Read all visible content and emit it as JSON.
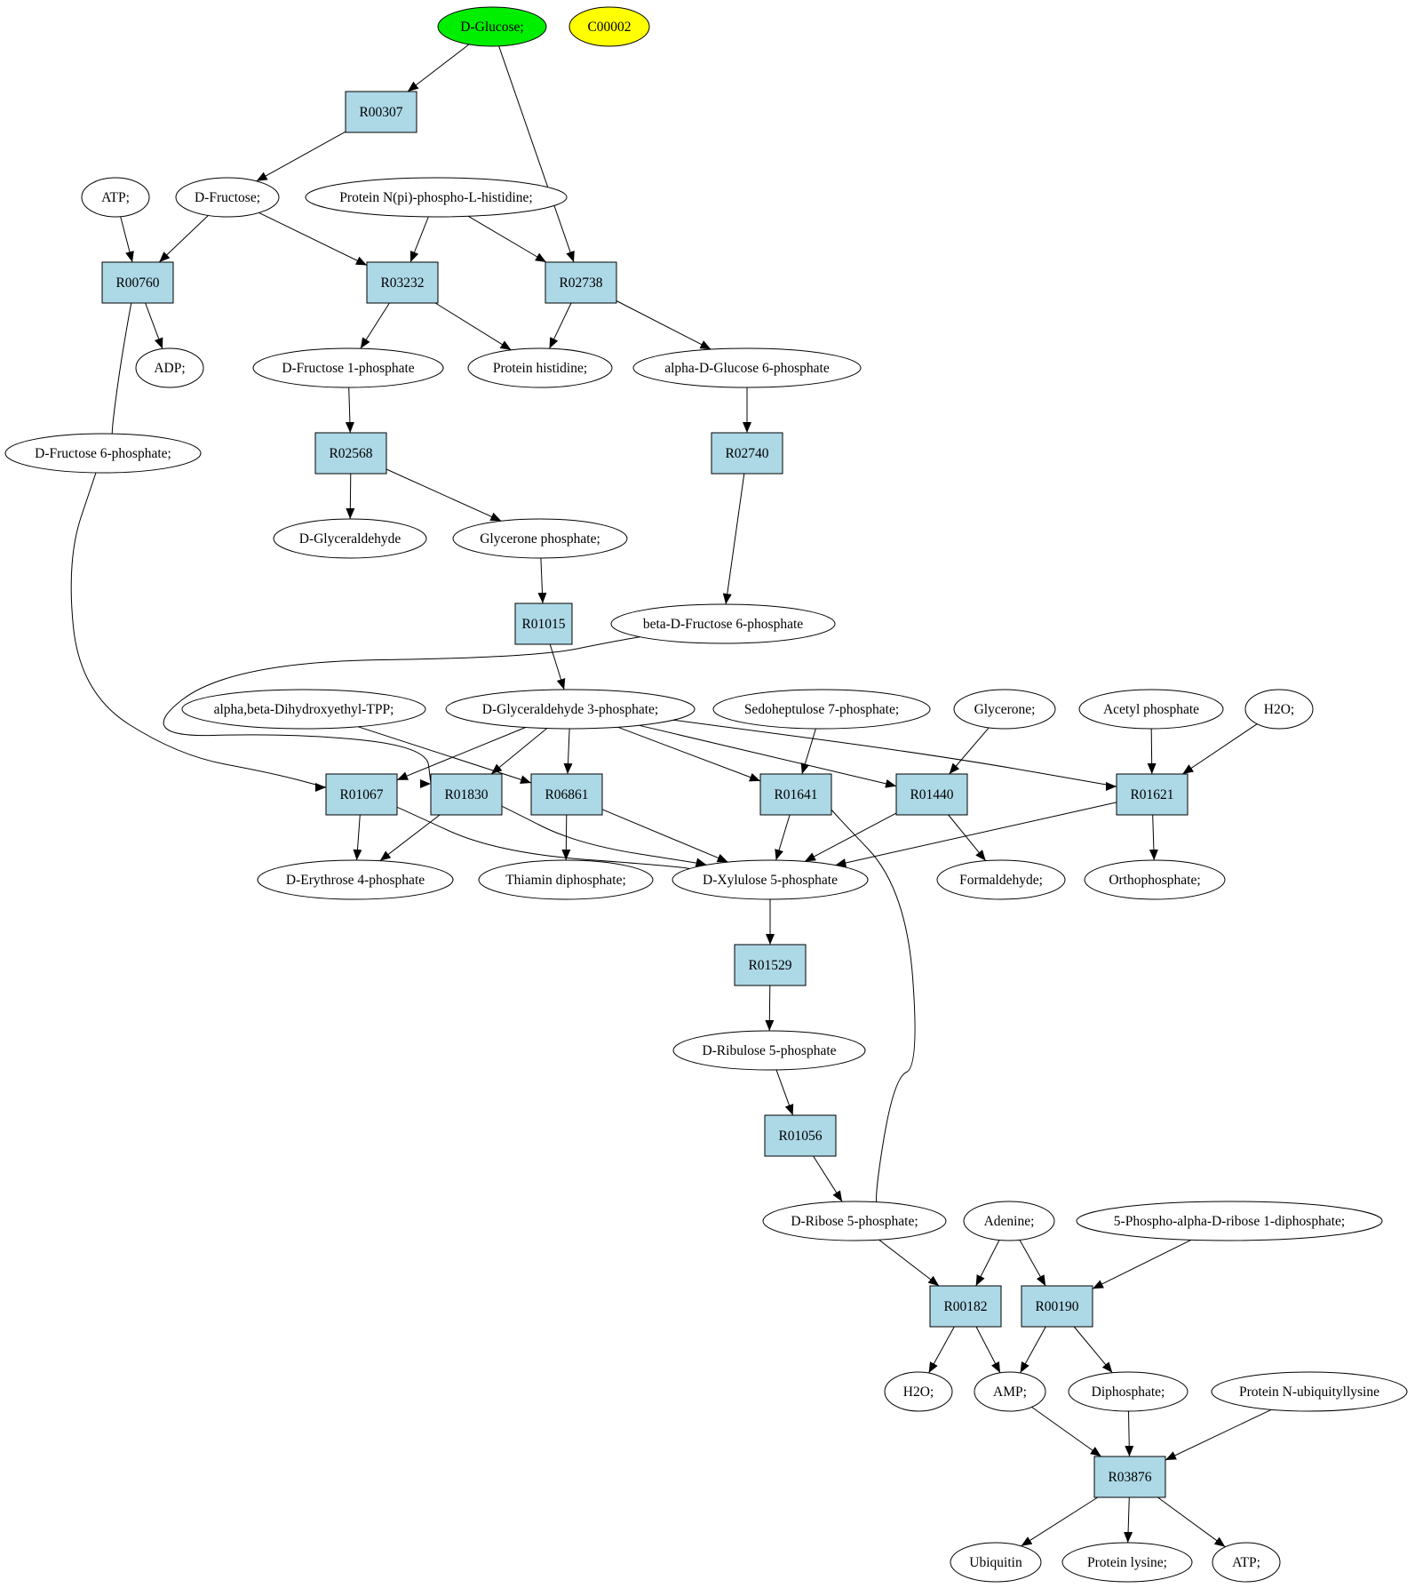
{
  "colors": {
    "reaction_fill": "#add8e6",
    "compound_fill": "#ffffff",
    "highlight_green": "#00ee00",
    "highlight_yellow": "#ffff00",
    "stroke": "#000000"
  },
  "nodes": [
    {
      "id": "dglucose",
      "label": "D-Glucose;",
      "shape": "ellipse",
      "fill": "highlight_green"
    },
    {
      "id": "c00002",
      "label": "C00002",
      "shape": "ellipse",
      "fill": "highlight_yellow"
    },
    {
      "id": "r00307",
      "label": "R00307",
      "shape": "box"
    },
    {
      "id": "atp1",
      "label": "ATP;",
      "shape": "ellipse"
    },
    {
      "id": "dfructose",
      "label": "D-Fructose;",
      "shape": "ellipse"
    },
    {
      "id": "protnpi",
      "label": "Protein N(pi)-phospho-L-histidine;",
      "shape": "ellipse"
    },
    {
      "id": "r00760",
      "label": "R00760",
      "shape": "box"
    },
    {
      "id": "r03232",
      "label": "R03232",
      "shape": "box"
    },
    {
      "id": "r02738",
      "label": "R02738",
      "shape": "box"
    },
    {
      "id": "adp",
      "label": "ADP;",
      "shape": "ellipse"
    },
    {
      "id": "dfru1p",
      "label": "D-Fructose 1-phosphate",
      "shape": "ellipse"
    },
    {
      "id": "prothis",
      "label": "Protein histidine;",
      "shape": "ellipse"
    },
    {
      "id": "adg6p",
      "label": "alpha-D-Glucose 6-phosphate",
      "shape": "ellipse"
    },
    {
      "id": "dfru6p",
      "label": "D-Fructose 6-phosphate;",
      "shape": "ellipse"
    },
    {
      "id": "r02568",
      "label": "R02568",
      "shape": "box"
    },
    {
      "id": "r02740",
      "label": "R02740",
      "shape": "box"
    },
    {
      "id": "dglyald",
      "label": "D-Glyceraldehyde",
      "shape": "ellipse"
    },
    {
      "id": "glyp",
      "label": "Glycerone phosphate;",
      "shape": "ellipse"
    },
    {
      "id": "r01015",
      "label": "R01015",
      "shape": "box"
    },
    {
      "id": "bdf6p",
      "label": "beta-D-Fructose 6-phosphate",
      "shape": "ellipse"
    },
    {
      "id": "abdtpp",
      "label": "alpha,beta-Dihydroxyethyl-TPP;",
      "shape": "ellipse"
    },
    {
      "id": "dg3p",
      "label": "D-Glyceraldehyde 3-phosphate;",
      "shape": "ellipse"
    },
    {
      "id": "s7p",
      "label": "Sedoheptulose 7-phosphate;",
      "shape": "ellipse"
    },
    {
      "id": "glycerone",
      "label": "Glycerone;",
      "shape": "ellipse"
    },
    {
      "id": "acetylp",
      "label": "Acetyl phosphate",
      "shape": "ellipse"
    },
    {
      "id": "h2o1",
      "label": "H2O;",
      "shape": "ellipse"
    },
    {
      "id": "r01067",
      "label": "R01067",
      "shape": "box"
    },
    {
      "id": "r01830",
      "label": "R01830",
      "shape": "box"
    },
    {
      "id": "r06861",
      "label": "R06861",
      "shape": "box"
    },
    {
      "id": "r01641",
      "label": "R01641",
      "shape": "box"
    },
    {
      "id": "r01440",
      "label": "R01440",
      "shape": "box"
    },
    {
      "id": "r01621",
      "label": "R01621",
      "shape": "box"
    },
    {
      "id": "de4p",
      "label": "D-Erythrose 4-phosphate",
      "shape": "ellipse"
    },
    {
      "id": "thiamin",
      "label": "Thiamin diphosphate;",
      "shape": "ellipse"
    },
    {
      "id": "dx5p",
      "label": "D-Xylulose 5-phosphate",
      "shape": "ellipse"
    },
    {
      "id": "formald",
      "label": "Formaldehyde;",
      "shape": "ellipse"
    },
    {
      "id": "orthop",
      "label": "Orthophosphate;",
      "shape": "ellipse"
    },
    {
      "id": "r01529",
      "label": "R01529",
      "shape": "box"
    },
    {
      "id": "dru5p",
      "label": "D-Ribulose 5-phosphate",
      "shape": "ellipse"
    },
    {
      "id": "r01056",
      "label": "R01056",
      "shape": "box"
    },
    {
      "id": "dr5p",
      "label": "D-Ribose 5-phosphate;",
      "shape": "ellipse"
    },
    {
      "id": "adenine",
      "label": "Adenine;",
      "shape": "ellipse"
    },
    {
      "id": "prpp",
      "label": "5-Phospho-alpha-D-ribose 1-diphosphate;",
      "shape": "ellipse"
    },
    {
      "id": "r00182",
      "label": "R00182",
      "shape": "box"
    },
    {
      "id": "r00190",
      "label": "R00190",
      "shape": "box"
    },
    {
      "id": "h2o2",
      "label": "H2O;",
      "shape": "ellipse"
    },
    {
      "id": "amp",
      "label": "AMP;",
      "shape": "ellipse"
    },
    {
      "id": "diphos",
      "label": "Diphosphate;",
      "shape": "ellipse"
    },
    {
      "id": "protubq",
      "label": "Protein N-ubiquityllysine",
      "shape": "ellipse"
    },
    {
      "id": "r03876",
      "label": "R03876",
      "shape": "box"
    },
    {
      "id": "ubiquitin",
      "label": "Ubiquitin",
      "shape": "ellipse"
    },
    {
      "id": "protlys",
      "label": "Protein lysine;",
      "shape": "ellipse"
    },
    {
      "id": "atp2",
      "label": "ATP;",
      "shape": "ellipse"
    }
  ],
  "edges": [
    {
      "from": "dglucose",
      "to": "r00307",
      "arrow": true
    },
    {
      "from": "dglucose",
      "to": "r02738",
      "arrow": true
    },
    {
      "from": "r00307",
      "to": "dfructose",
      "arrow": true
    },
    {
      "from": "atp1",
      "to": "r00760",
      "arrow": true
    },
    {
      "from": "dfructose",
      "to": "r00760",
      "arrow": true
    },
    {
      "from": "dfructose",
      "to": "r03232",
      "arrow": true
    },
    {
      "from": "protnpi",
      "to": "r03232",
      "arrow": true
    },
    {
      "from": "protnpi",
      "to": "r02738",
      "arrow": true
    },
    {
      "from": "r00760",
      "to": "adp",
      "arrow": true
    },
    {
      "from": "r00760",
      "to": "dfru6p",
      "arrow": true
    },
    {
      "from": "r03232",
      "to": "dfru1p",
      "arrow": true
    },
    {
      "from": "r03232",
      "to": "prothis",
      "arrow": true
    },
    {
      "from": "r02738",
      "to": "prothis",
      "arrow": true
    },
    {
      "from": "r02738",
      "to": "adg6p",
      "arrow": true
    },
    {
      "from": "dfru1p",
      "to": "r02568",
      "arrow": true
    },
    {
      "from": "adg6p",
      "to": "r02740",
      "arrow": true
    },
    {
      "from": "r02568",
      "to": "dglyald",
      "arrow": true
    },
    {
      "from": "r02568",
      "to": "glyp",
      "arrow": true
    },
    {
      "from": "r02740",
      "to": "bdf6p",
      "arrow": true
    },
    {
      "from": "glyp",
      "to": "r01015",
      "arrow": true
    },
    {
      "from": "r01015",
      "to": "dg3p",
      "arrow": true
    },
    {
      "from": "dfru6p",
      "to": "r01067",
      "arrow": true
    },
    {
      "from": "bdf6p",
      "to": "r01830",
      "arrow": true
    },
    {
      "from": "dg3p",
      "to": "r01067",
      "arrow": true
    },
    {
      "from": "dg3p",
      "to": "r01830",
      "arrow": true
    },
    {
      "from": "dg3p",
      "to": "r06861",
      "arrow": true
    },
    {
      "from": "dg3p",
      "to": "r01641",
      "arrow": true
    },
    {
      "from": "dg3p",
      "to": "r01440",
      "arrow": true
    },
    {
      "from": "dg3p",
      "to": "r01621",
      "arrow": true
    },
    {
      "from": "abdtpp",
      "to": "r06861",
      "arrow": true
    },
    {
      "from": "s7p",
      "to": "r01641",
      "arrow": true
    },
    {
      "from": "glycerone",
      "to": "r01440",
      "arrow": true
    },
    {
      "from": "acetylp",
      "to": "r01621",
      "arrow": true
    },
    {
      "from": "h2o1",
      "to": "r01621",
      "arrow": true
    },
    {
      "from": "r01067",
      "to": "de4p",
      "arrow": true
    },
    {
      "from": "r01830",
      "to": "de4p",
      "arrow": true
    },
    {
      "from": "r01067",
      "to": "dx5p",
      "arrow": true
    },
    {
      "from": "r01830",
      "to": "dx5p",
      "arrow": true
    },
    {
      "from": "r06861",
      "to": "thiamin",
      "arrow": true
    },
    {
      "from": "r06861",
      "to": "dx5p",
      "arrow": true
    },
    {
      "from": "r01641",
      "to": "dx5p",
      "arrow": true
    },
    {
      "from": "r01440",
      "to": "dx5p",
      "arrow": true
    },
    {
      "from": "r01621",
      "to": "dx5p",
      "arrow": true
    },
    {
      "from": "r01440",
      "to": "formald",
      "arrow": true
    },
    {
      "from": "r01621",
      "to": "orthop",
      "arrow": true
    },
    {
      "from": "r01641",
      "to": "dr5p",
      "arrow": true
    },
    {
      "from": "dx5p",
      "to": "r01529",
      "arrow": true
    },
    {
      "from": "r01529",
      "to": "dru5p",
      "arrow": true
    },
    {
      "from": "dru5p",
      "to": "r01056",
      "arrow": true
    },
    {
      "from": "r01056",
      "to": "dr5p",
      "arrow": true
    },
    {
      "from": "dr5p",
      "to": "r00182",
      "arrow": true
    },
    {
      "from": "adenine",
      "to": "r00182",
      "arrow": true
    },
    {
      "from": "adenine",
      "to": "r00190",
      "arrow": true
    },
    {
      "from": "prpp",
      "to": "r00190",
      "arrow": true
    },
    {
      "from": "r00182",
      "to": "h2o2",
      "arrow": true
    },
    {
      "from": "r00182",
      "to": "amp",
      "arrow": true
    },
    {
      "from": "r00190",
      "to": "amp",
      "arrow": true
    },
    {
      "from": "r00190",
      "to": "diphos",
      "arrow": true
    },
    {
      "from": "amp",
      "to": "r03876",
      "arrow": true
    },
    {
      "from": "diphos",
      "to": "r03876",
      "arrow": true
    },
    {
      "from": "protubq",
      "to": "r03876",
      "arrow": true
    },
    {
      "from": "r03876",
      "to": "ubiquitin",
      "arrow": true
    },
    {
      "from": "r03876",
      "to": "protlys",
      "arrow": true
    },
    {
      "from": "r03876",
      "to": "atp2",
      "arrow": true
    }
  ]
}
